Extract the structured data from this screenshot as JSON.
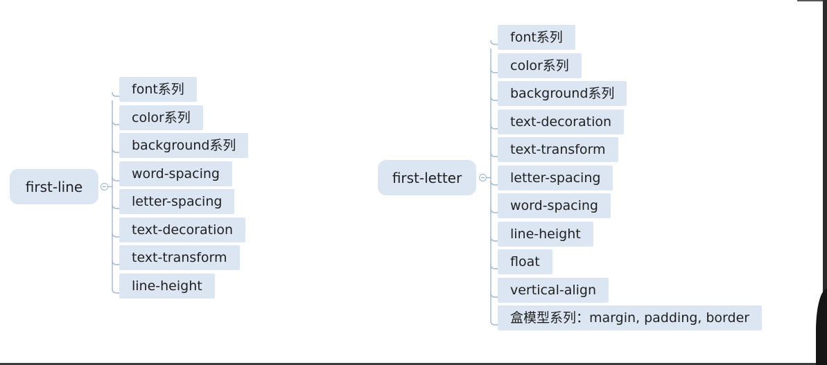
{
  "mindmaps": [
    {
      "root": "first-line",
      "children": [
        "font系列",
        "color系列",
        "background系列",
        "word-spacing",
        "letter-spacing",
        "text-decoration",
        "text-transform",
        "line-height"
      ]
    },
    {
      "root": "first-letter",
      "children": [
        "font系列",
        "color系列",
        "background系列",
        "text-decoration",
        "text-transform",
        "letter-spacing",
        "word-spacing",
        "line-height",
        "float",
        "vertical-align",
        "盒模型系列：margin, padding, border"
      ]
    }
  ],
  "colors": {
    "node_fill": "#dbe6f2",
    "connector": "#9fb5cf",
    "background": "#ffffff"
  }
}
